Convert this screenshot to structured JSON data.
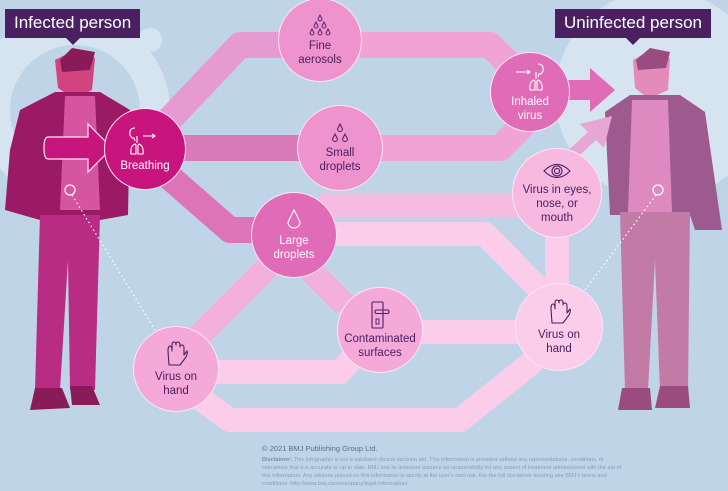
{
  "people": {
    "infected": {
      "label": "Infected person"
    },
    "uninfected": {
      "label": "Uninfected person"
    }
  },
  "nodes": {
    "breathing": {
      "label": "Breathing",
      "icon": "respiratory-exhale-icon"
    },
    "fine_aerosols": {
      "label_line1": "Fine",
      "label_line2": "aerosols",
      "icon": "droplets-many-icon"
    },
    "small_droplets": {
      "label_line1": "Small",
      "label_line2": "droplets",
      "icon": "droplets-few-icon"
    },
    "large_droplets": {
      "label_line1": "Large",
      "label_line2": "droplets",
      "icon": "droplet-icon"
    },
    "inhaled_virus": {
      "label_line1": "Inhaled",
      "label_line2": "virus",
      "icon": "respiratory-inhale-icon"
    },
    "virus_eyes": {
      "label_line1": "Virus in eyes,",
      "label_line2": "nose, or",
      "label_line3": "mouth",
      "icon": "eye-icon"
    },
    "contaminated_surfaces": {
      "label_line1": "Contaminated",
      "label_line2": "surfaces",
      "icon": "door-handle-icon"
    },
    "virus_hand_left": {
      "label_line1": "Virus on",
      "label_line2": "hand",
      "icon": "hand-icon"
    },
    "virus_hand_right": {
      "label_line1": "Virus on",
      "label_line2": "hand",
      "icon": "hand-icon"
    }
  },
  "colors": {
    "background": "#c0d4e8",
    "label_bg": "#4a2060",
    "breathing": "#c8157e",
    "dark_pink": "#e06bb6",
    "mid_pink": "#ef93cf",
    "light_pink": "#f7b9e0",
    "lightest_pink": "#fbcdeb",
    "text_dark": "#4a2060"
  },
  "footer": {
    "copyright": "© 2021 BMJ Publishing Group Ltd.",
    "disclaimer_label": "Disclaimer:",
    "disclaimer_text": "This infographic is not a validated clinical decision aid. This information is provided without any representations, conditions, or warranties that it is accurate or up to date. BMJ and its licensors assume no responsibility for any aspect of treatment administered with the aid of this information. Any reliance placed on this information is strictly at the user's own risk. For the full disclaimer wording see BMJ's terms and conditions: http://www.bmj.com/company/legal-information/"
  }
}
